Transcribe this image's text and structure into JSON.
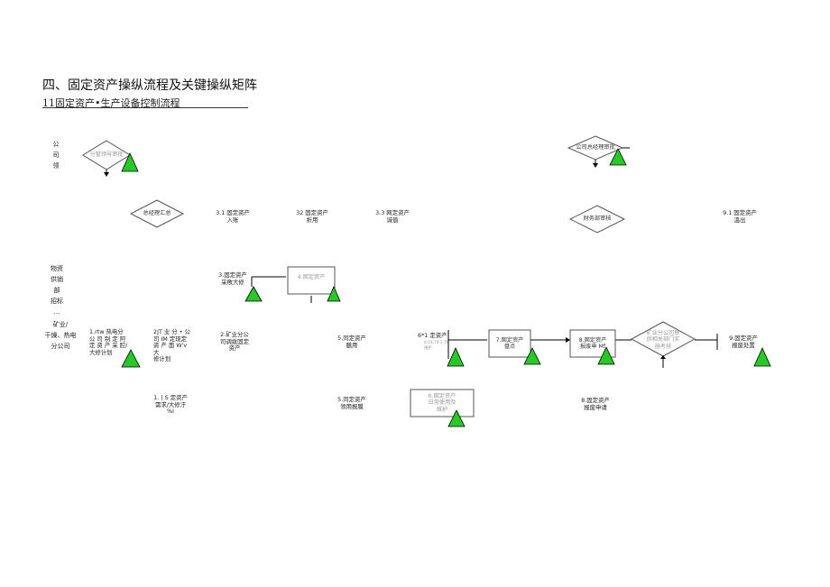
{
  "heading": "四、固定资产操纵流程及关键操纵矩阵",
  "subheading": "11固定资产•生产设备控制流程",
  "lanes": {
    "company_leader": "公\n司\n领",
    "materials_dept": "物资\n供销\n部\n招标\n...",
    "mining_branch": "矿业/\n干燥、热电\n分公司"
  },
  "nodes": {
    "leader_approve": "分管领导审批",
    "company_meeting": "公司总经理审批",
    "plan_summary": "总经理汇总",
    "finance_review": "财务部审核",
    "s31": "3.1 固定资产\n入账",
    "s32": "32 固定资产\n折用",
    "s33": "3.3 网定资产\n诚值",
    "s91": "9.1 固定资产\n溫出",
    "s3": "3.固定资产\n采敗大修",
    "s4": "4.固定资产",
    "s1": "1.rtw 热电分\n公 司 制 定 阿\n定 资 产 采 腔/\n大修计划",
    "s2jt": "2JT 业 分 • 公\n司 IM 定现定\n资 产 面 W'v\n大\n修计划",
    "s2": "2.矿业分公\n司调拨固定\n资产",
    "s5a": "5.同定资产\n膳用",
    "s6_1": "6*1 定资产",
    "s6_1_small": "8.01,TIF1.TF\n维护",
    "s7": "7.固定资产\n盘点",
    "s8": "8.固定资产\n报废申 Mf",
    "s_dept": "矿业分公司联\n供相关部门实\n施考核",
    "s9": "9.固定资产\n报废处置",
    "s1b": "1.丨S 定资产\n需求/大修汙\n%l",
    "s5b": "5.同定资产\n领用报膜",
    "s6": "6.固定资产\n日常使用及\n维护",
    "s8b": "8.固定资产\n报废申请"
  },
  "colors": {
    "marker": "#22cc22",
    "marker_stroke": "#000000",
    "line": "#000000",
    "box_border": "#555555"
  }
}
